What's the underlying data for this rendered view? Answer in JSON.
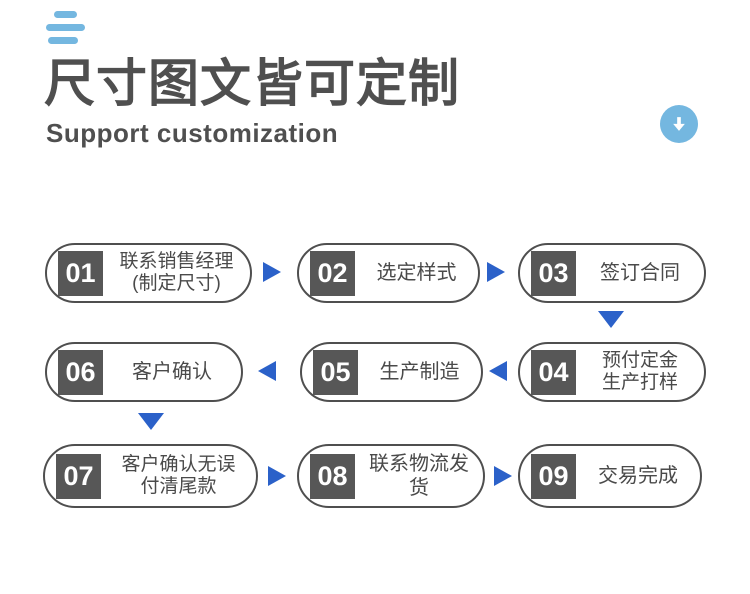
{
  "header": {
    "title": "尺寸图文皆可定制",
    "subtitle": "Support customization"
  },
  "icons": {
    "menu": "hamburger-icon",
    "scroll": "circle-down-arrow-icon"
  },
  "colors": {
    "accent_light_blue": "#74b7e0",
    "flow_arrow_blue": "#2b61c9",
    "heading_gray": "#4f4f4f",
    "badge_gray": "#575757",
    "box_border_gray": "#4f4f4f",
    "background": "#ffffff"
  },
  "steps": [
    {
      "num": "01",
      "line1": "联系销售经理",
      "line2": "(制定尺寸)"
    },
    {
      "num": "02",
      "line1": "选定样式",
      "line2": ""
    },
    {
      "num": "03",
      "line1": "签订合同",
      "line2": ""
    },
    {
      "num": "04",
      "line1": "预付定金",
      "line2": "生产打样"
    },
    {
      "num": "05",
      "line1": "生产制造",
      "line2": ""
    },
    {
      "num": "06",
      "line1": "客户确认",
      "line2": ""
    },
    {
      "num": "07",
      "line1": "客户确认无误",
      "line2": "付清尾款"
    },
    {
      "num": "08",
      "line1": "联系物流发货",
      "line2": ""
    },
    {
      "num": "09",
      "line1": "交易完成",
      "line2": ""
    }
  ]
}
